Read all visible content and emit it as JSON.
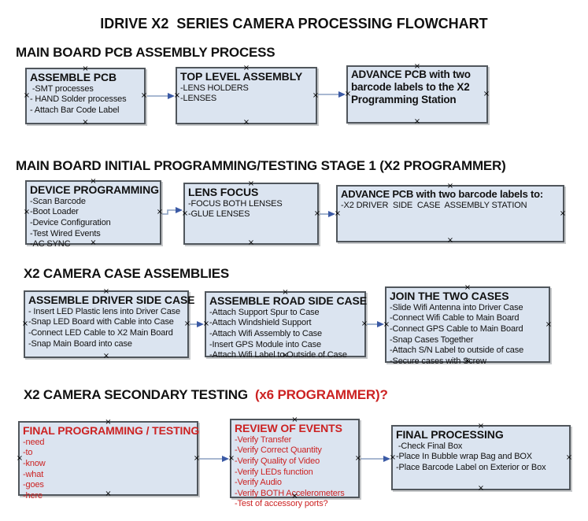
{
  "page": {
    "title": "IDRIVE X2  SERIES CAMERA PROCESSING FLOWCHART"
  },
  "colors": {
    "box_fill": "#dbe4f0",
    "box_border": "#50565c",
    "arrow_shaft": "#8ba1c2",
    "arrow_head": "#3b5aa5",
    "red_text": "#cc2222",
    "black_text": "#111111"
  },
  "icons": {
    "anchor_glyph": "×"
  },
  "sections": [
    {
      "header": "MAIN BOARD PCB ASSEMBLY PROCESS",
      "boxes": [
        {
          "title": "ASSEMBLE PCB",
          "items": [
            " -SMT processes",
            "- HAND Solder processes",
            "- Attach Bar Code Label"
          ]
        },
        {
          "title": "TOP LEVEL ASSEMBLY",
          "items": [
            "-LENS HOLDERS",
            "-LENSES"
          ]
        },
        {
          "title": "ADVANCE PCB with two barcode labels to the X2 Programming Station",
          "items": []
        }
      ]
    },
    {
      "header": "MAIN BOARD INITIAL PROGRAMMING/TESTING STAGE 1 (X2 PROGRAMMER)",
      "boxes": [
        {
          "title": "DEVICE PROGRAMMING",
          "items": [
            "-Scan Barcode",
            "-Boot Loader",
            "-Device Configuration",
            "-Test Wired Events",
            "-AC SYNC"
          ]
        },
        {
          "title": "LENS FOCUS",
          "items": [
            "-FOCUS BOTH LENSES",
            "-GLUE LENSES"
          ]
        },
        {
          "title": "ADVANCE PCB with two barcode labels to:",
          "items": [
            "-X2 DRIVER  SIDE  CASE  ASSEMBLY STATION"
          ]
        }
      ]
    },
    {
      "header": "X2 CAMERA CASE ASSEMBLIES",
      "boxes": [
        {
          "title": "ASSEMBLE DRIVER SIDE CASE",
          "items": [
            "- Insert LED Plastic lens into Driver Case",
            "-Snap LED Board with Cable into Case",
            "-Connect LED Cable to X2 Main Board",
            "-Snap Main Board into case"
          ]
        },
        {
          "title": "ASSEMBLE ROAD SIDE CASE",
          "items": [
            "-Attach Support Spur to Case",
            "-Attach Windshield Support",
            "-Attach Wifi Assembly to Case",
            "-Insert GPS Module into Case",
            "-Attach Wifi Label to Outside of Case"
          ]
        },
        {
          "title": "JOIN THE TWO CASES",
          "items": [
            "-Slide Wifi Antenna into Driver Case",
            "-Connect Wifi Cable to Main Board",
            "-Connect GPS Cable to Main Board",
            "-Snap Cases Together",
            "-Attach S/N Label to outside of case",
            "-Secure cases with Screw"
          ]
        }
      ]
    },
    {
      "header_black": "X2 CAMERA SECONDARY TESTING ",
      "header_red": " (x6 PROGRAMMER)?",
      "boxes": [
        {
          "title": "FINAL PROGRAMMING / TESTING",
          "items": [
            "-need",
            "-to",
            "-know",
            "-what",
            "-goes",
            "-here"
          ]
        },
        {
          "title": "REVIEW OF EVENTS",
          "items": [
            "-Verify Transfer",
            "-Verify Correct Quantity",
            "-Verify Quality of Video",
            "-Verify LEDs function",
            "-Verify Audio",
            "-Verify BOTH Accelerometers",
            "-Test of accessory ports?"
          ]
        },
        {
          "title": "FINAL PROCESSING",
          "items": [
            " -Check Final Box",
            "-Place In Bubble wrap Bag and BOX",
            "-Place Barcode Label on Exterior or Box"
          ]
        }
      ]
    }
  ]
}
